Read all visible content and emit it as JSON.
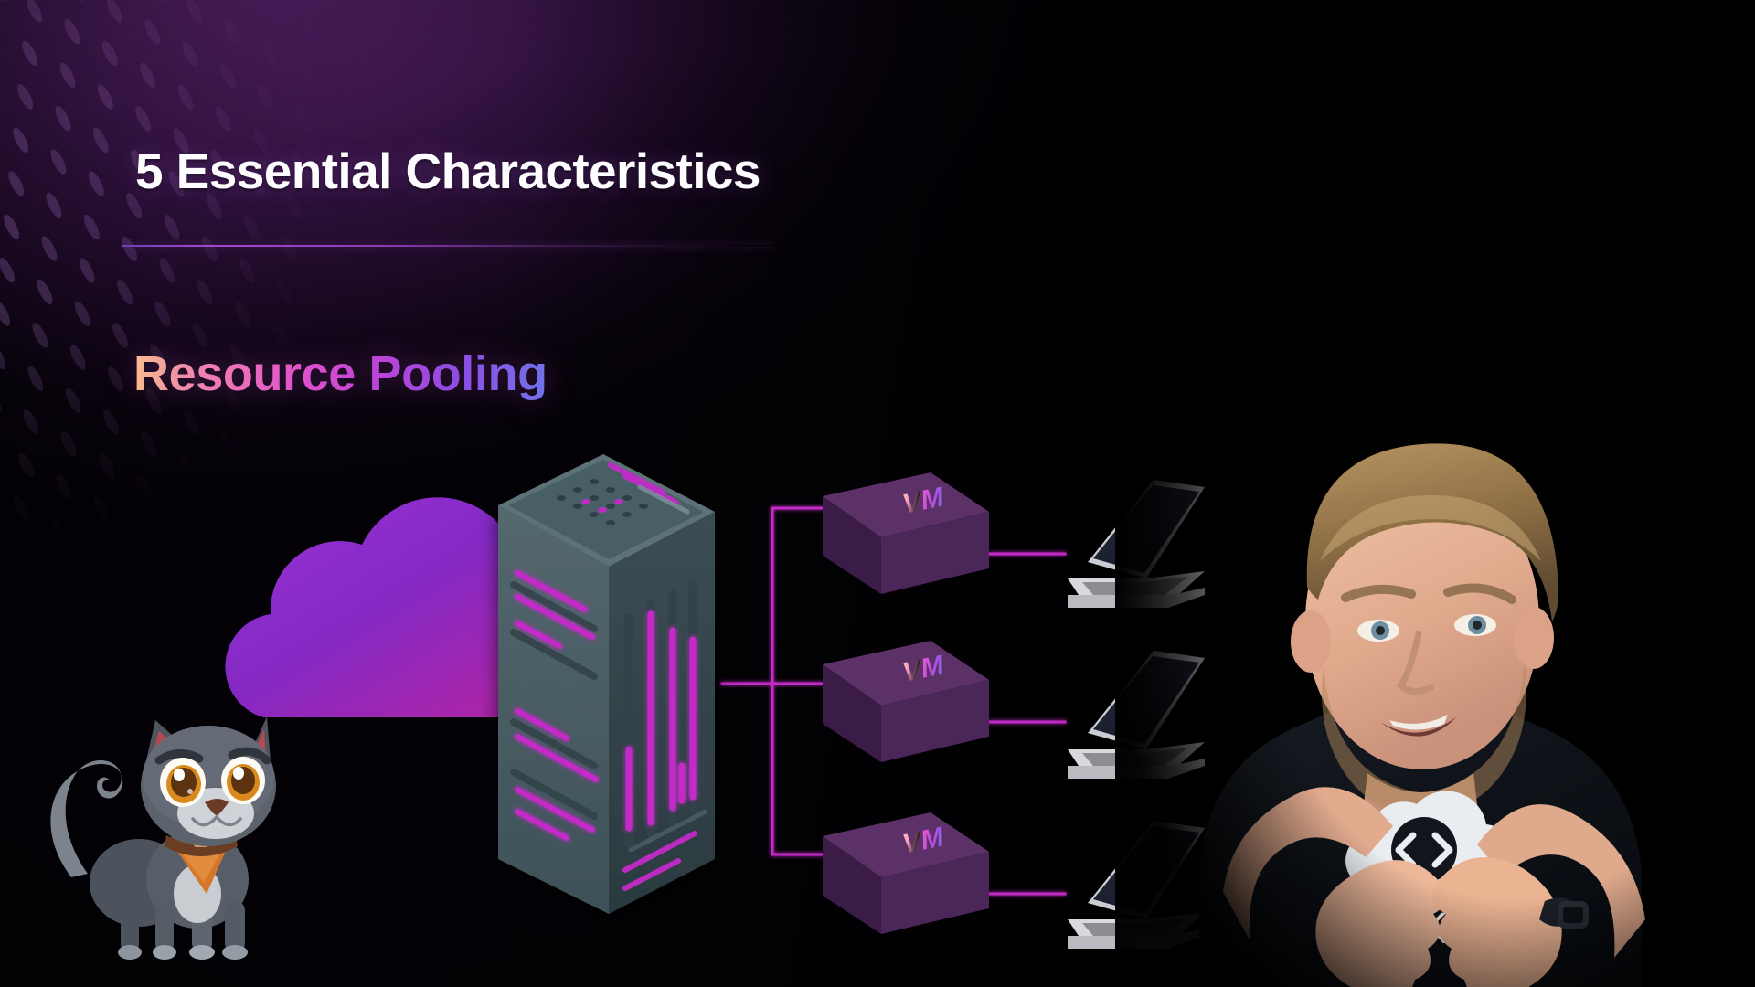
{
  "slide": {
    "title": "5 Essential Characteristics",
    "subtitle": "Resource Pooling"
  },
  "diagram": {
    "cloud_label": "cloud-shape",
    "server_label": "server-rack",
    "vm_label": "VM",
    "vms": [
      {
        "label": "VM"
      },
      {
        "label": "VM"
      },
      {
        "label": "VM"
      }
    ],
    "laptops": [
      {
        "label": "client-laptop"
      },
      {
        "label": "client-laptop"
      },
      {
        "label": "client-laptop"
      }
    ]
  },
  "mascot": {
    "name": "kodekloud-cat-mascot"
  },
  "presenter": {
    "shirt_brand": "KodeKloud"
  },
  "colors": {
    "background": "#050208",
    "title_text": "#fdfcff",
    "accent_magenta": "#c026c0",
    "accent_purple": "#7b2fbe",
    "cloud_from": "#8a2fc9",
    "cloud_to": "#c029b4",
    "rack_body": "#4c6066",
    "rack_dark": "#33454b",
    "vm_top": "#5a3168",
    "vm_front": "#40204d",
    "vm_side": "#2e1638",
    "line_magenta": "#c32cc8",
    "gradient_start": "#f9c08c",
    "gradient_mid": "#dd4fcd",
    "gradient_end": "#6f74ea"
  }
}
